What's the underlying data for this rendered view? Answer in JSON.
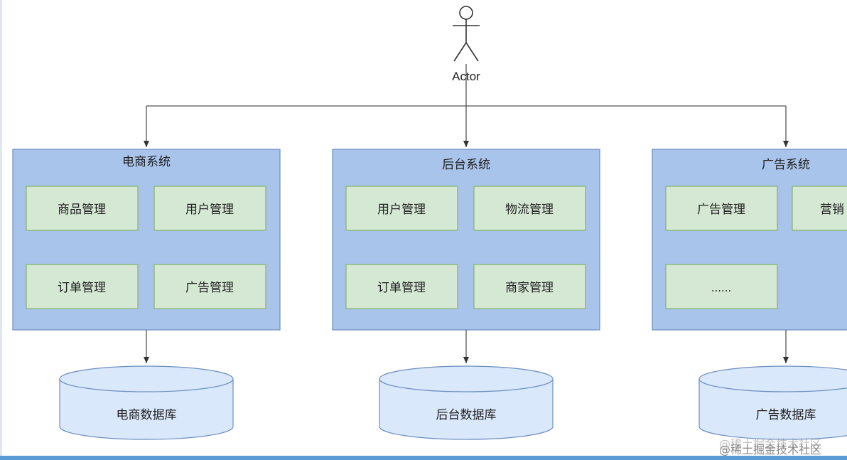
{
  "actor": {
    "label": "Actor"
  },
  "systems": [
    {
      "title": "电商系统",
      "modules": [
        "商品管理",
        "用户管理",
        "订单管理",
        "广告管理"
      ],
      "database": "电商数据库"
    },
    {
      "title": "后台系统",
      "modules": [
        "用户管理",
        "物流管理",
        "订单管理",
        "商家管理"
      ],
      "database": "后台数据库"
    },
    {
      "title": "广告系统",
      "modules": [
        "广告管理",
        "营销",
        "......"
      ],
      "database": "广告数据库"
    }
  ],
  "watermark": "@稀土掘金技术社区",
  "colors": {
    "system_fill": "#a9c4eb",
    "system_stroke": "#6c8ebf",
    "module_fill": "#d5e8d4",
    "module_stroke": "#82b366",
    "db_fill": "#dae8fc",
    "db_stroke": "#6c8ebf",
    "line": "#555555"
  }
}
